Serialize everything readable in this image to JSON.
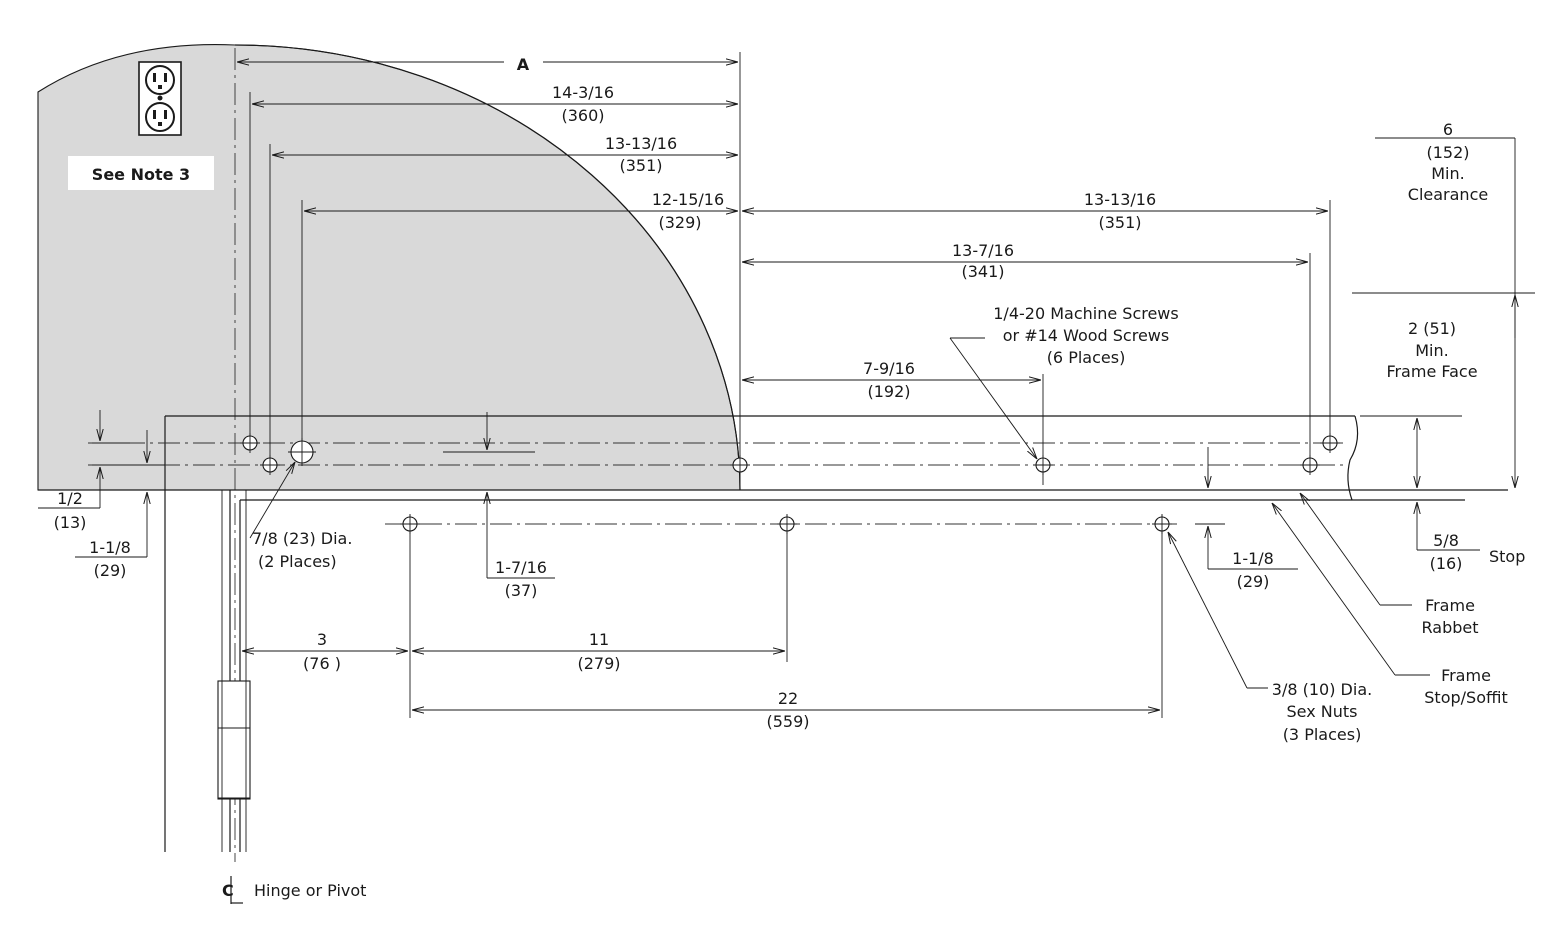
{
  "drawing": {
    "colors": {
      "line": "#1a1a1a",
      "shading": "#d9d9d9",
      "background": "#ffffff"
    },
    "icons": {
      "outlet": "duplex-outlet-icon"
    },
    "callouts": {
      "note": "See Note 3",
      "dim_a": "A",
      "dim_14_3_16": "14-3/16",
      "dim_360": "(360)",
      "dim_13_13_16_left": "13-13/16",
      "dim_351_left": "(351)",
      "dim_12_15_16": "12-15/16",
      "dim_329": "(329)",
      "dim_13_13_16_right": "13-13/16",
      "dim_351_right": "(351)",
      "dim_13_7_16": "13-7/16",
      "dim_341": "(341)",
      "dim_7_9_16": "7-9/16",
      "dim_192": "(192)",
      "screws_line1": "1/4-20 Machine Screws",
      "screws_line2": "or #14 Wood Screws",
      "screws_line3": "(6 Places)",
      "clear_6": "6",
      "clear_152": "(152)",
      "clear_min": "Min.",
      "clear_label": "Clearance",
      "face_2_51": "2 (51)",
      "face_min": "Min.",
      "face_label": "Frame Face",
      "half": "1/2",
      "half_mm": "(13)",
      "one_eighth_left": "1-1/8",
      "one_eighth_left_mm": "(29)",
      "dia_7_8_line1": "7/8 (23) Dia.",
      "dia_7_8_line2": "(2 Places)",
      "one_7_16": "1-7/16",
      "one_7_16_mm": "(37)",
      "one_eighth_right": "1-1/8",
      "one_eighth_right_mm": "(29)",
      "five_eighth": "5/8",
      "five_eighth_mm": "(16)",
      "stop": "Stop",
      "rabbet_line1": "Frame",
      "rabbet_line2": "Rabbet",
      "soffit_line1": "Frame",
      "soffit_line2": "Stop/Soffit",
      "nuts_line1": "3/8 (10) Dia.",
      "nuts_line2": "Sex Nuts",
      "nuts_line3": "(3 Places)",
      "dim_3": "3",
      "dim_76": "(76 )",
      "dim_11": "11",
      "dim_279": "(279)",
      "dim_22": "22",
      "dim_559": "(559)",
      "hinge": "Hinge or Pivot"
    }
  }
}
